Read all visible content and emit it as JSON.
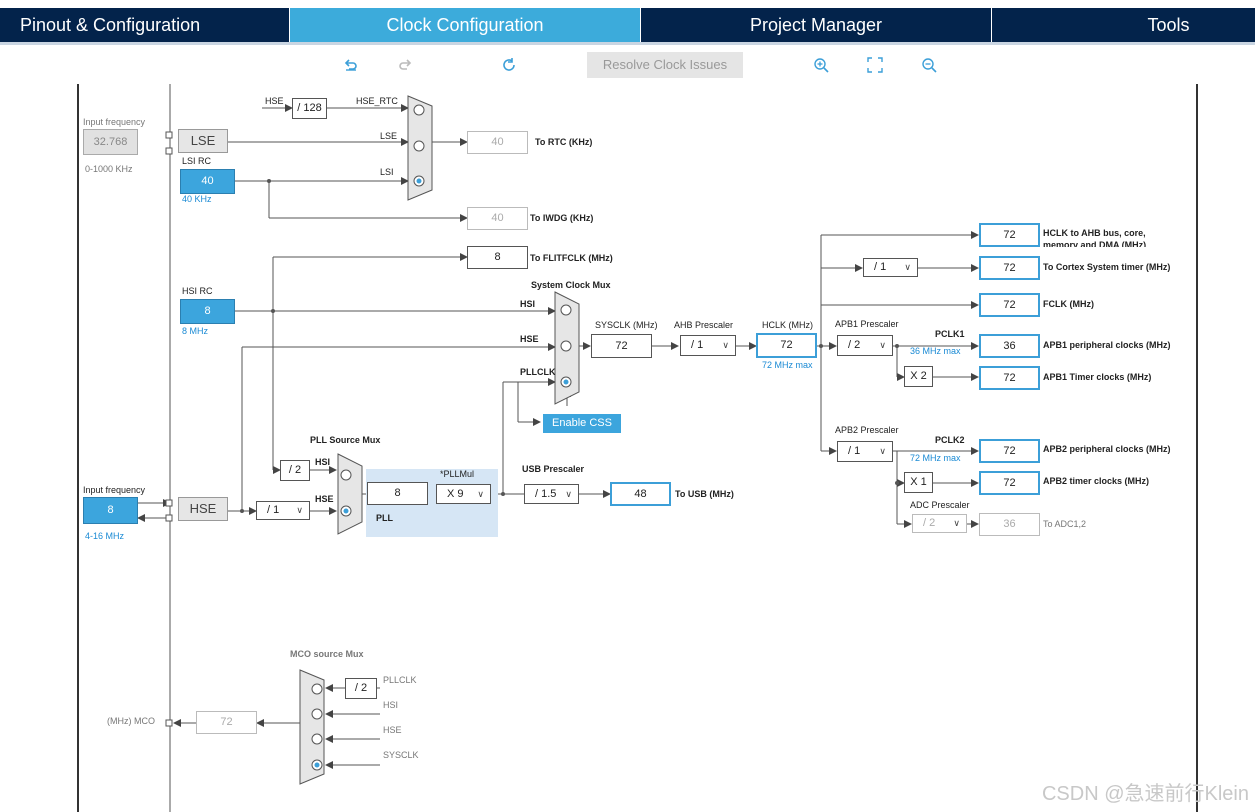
{
  "tabs": [
    {
      "label": "Pinout & Configuration"
    },
    {
      "label": "Clock Configuration"
    },
    {
      "label": "Project Manager"
    },
    {
      "label": "Tools"
    }
  ],
  "toolbar": {
    "resolve_label": "Resolve Clock Issues"
  },
  "lse": {
    "input_label": "Input frequency",
    "input_value": "32.768",
    "range": "0-1000 KHz",
    "name": "LSE"
  },
  "lsi": {
    "name": "LSI RC",
    "value": "40",
    "freq": "40 KHz"
  },
  "rtc": {
    "hse_label": "HSE",
    "div": "/ 128",
    "hse_rtc": "HSE_RTC",
    "lse": "LSE",
    "lsi": "LSI",
    "value": "40",
    "label": "To RTC (KHz)"
  },
  "iwdg": {
    "value": "40",
    "label": "To IWDG (KHz)"
  },
  "flit": {
    "value": "8",
    "label": "To FLITFCLK (MHz)"
  },
  "hsi": {
    "name": "HSI RC",
    "value": "8",
    "freq": "8 MHz"
  },
  "sysmux": {
    "title": "System Clock Mux",
    "hsi": "HSI",
    "hse": "HSE",
    "pllclk": "PLLCLK"
  },
  "sysclk": {
    "label": "SYSCLK (MHz)",
    "value": "72"
  },
  "ahb": {
    "label": "AHB Prescaler",
    "value": "/ 1"
  },
  "hclk": {
    "label": "HCLK (MHz)",
    "value": "72",
    "max": "72 MHz max"
  },
  "css": {
    "label": "Enable CSS"
  },
  "pllsrc": {
    "title": "PLL Source Mux",
    "div": "/ 2",
    "hsi": "HSI",
    "hse": "HSE"
  },
  "hse": {
    "input_label": "Input frequency",
    "value": "8",
    "range": "4-16 MHz",
    "name": "HSE",
    "div": "/ 1"
  },
  "pll": {
    "value": "8",
    "mul_label": "*PLLMul",
    "mul": "X 9",
    "name": "PLL"
  },
  "usb": {
    "label": "USB Prescaler",
    "div": "/ 1.5",
    "value": "48",
    "to": "To USB (MHz)"
  },
  "outputs": {
    "ahb_label": "HCLK to AHB bus, core, memory and DMA (MHz)",
    "ahb_value": "72",
    "cortex_div": "/ 1",
    "cortex_value": "72",
    "cortex_label": "To Cortex System timer (MHz)",
    "fclk_value": "72",
    "fclk_label": "FCLK (MHz)"
  },
  "apb1": {
    "label": "APB1 Prescaler",
    "div": "/ 2",
    "pclk": "PCLK1",
    "max": "36 MHz max",
    "periph_value": "36",
    "periph_label": "APB1 peripheral clocks (MHz)",
    "timer_mul": "X 2",
    "timer_value": "72",
    "timer_label": "APB1 Timer clocks (MHz)"
  },
  "apb2": {
    "label": "APB2 Prescaler",
    "div": "/ 1",
    "pclk": "PCLK2",
    "max": "72 MHz max",
    "periph_value": "72",
    "periph_label": "APB2 peripheral clocks (MHz)",
    "timer_mul": "X 1",
    "timer_value": "72",
    "timer_label": "APB2 timer clocks (MHz)"
  },
  "adc": {
    "label": "ADC Prescaler",
    "div": "/ 2",
    "value": "36",
    "to": "To ADC1,2"
  },
  "mco": {
    "title": "MCO source Mux",
    "div": "/ 2",
    "pllclk": "PLLCLK",
    "hsi": "HSI",
    "hse": "HSE",
    "sysclk": "SYSCLK",
    "label": "(MHz) MCO",
    "value": "72"
  },
  "watermark": "CSDN @急速前行Klein"
}
